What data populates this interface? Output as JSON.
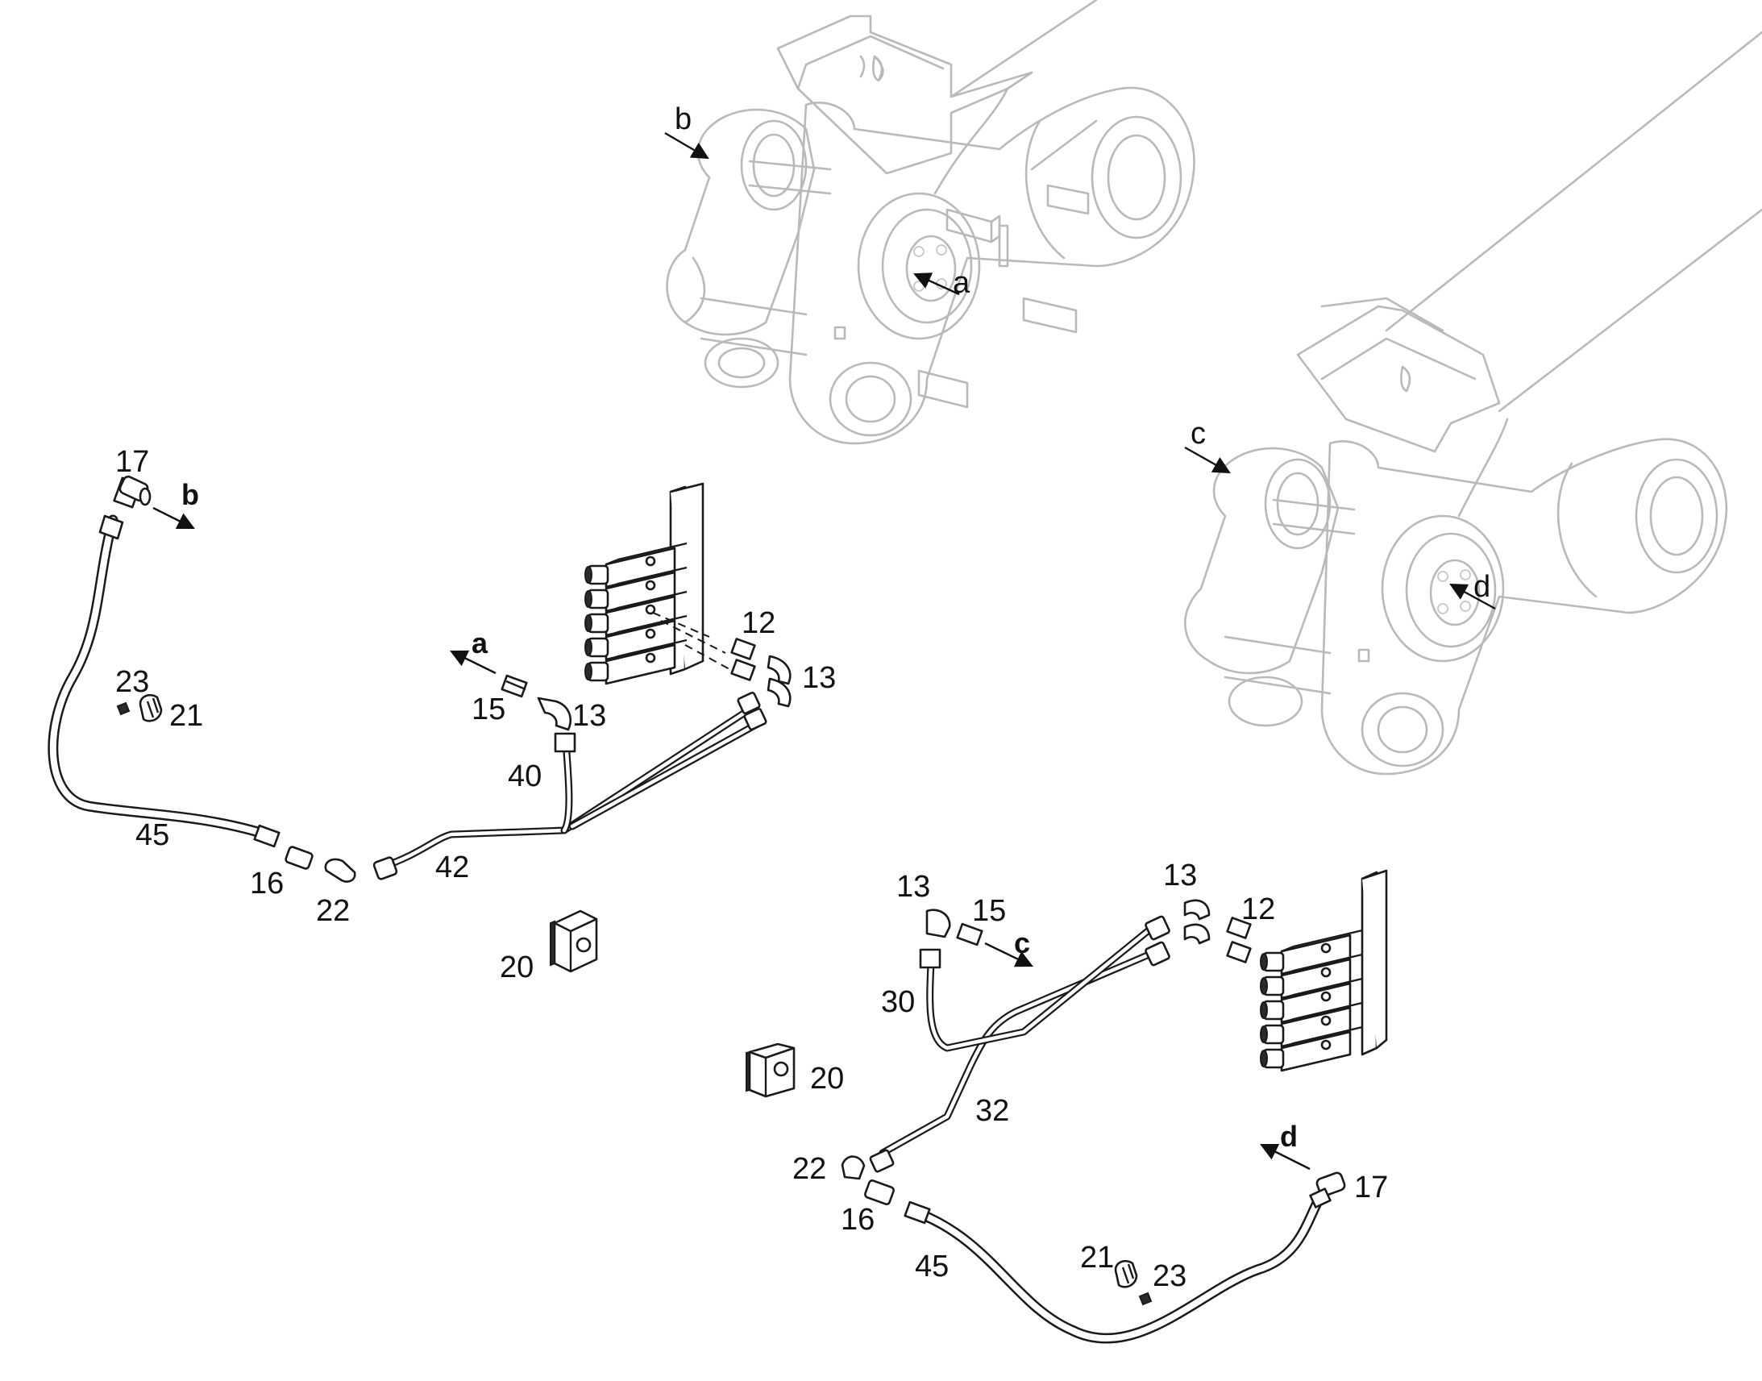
{
  "part_labels": {
    "l17a": "17",
    "l23a": "23",
    "l21a": "21",
    "l45a": "45",
    "l16a": "16",
    "l22a": "22",
    "l42": "42",
    "l40": "40",
    "l15a": "15",
    "l13a": "13",
    "l12a": "12",
    "l13b": "13",
    "l20a": "20",
    "l13c": "13",
    "l15b": "15",
    "l30": "30",
    "l13d": "13",
    "l12b": "12",
    "l20b": "20",
    "l32": "32",
    "l22b": "22",
    "l16b": "16",
    "l45b": "45",
    "l21b": "21",
    "l23b": "23",
    "l17b": "17"
  },
  "view_letters": {
    "b_top": "b",
    "a_top": "a",
    "c_right": "c",
    "d_right": "d",
    "b_hose": "b",
    "a_valve": "a",
    "c_fitting": "c",
    "d_hose": "d"
  },
  "icons": {
    "assembly_left": "boom-head-assembly-icon",
    "assembly_right": "boom-head-assembly-icon",
    "valve_block": "distribution-block-icon",
    "clamp": "hose-clamp-icon",
    "bracket": "mounting-bracket-icon"
  }
}
